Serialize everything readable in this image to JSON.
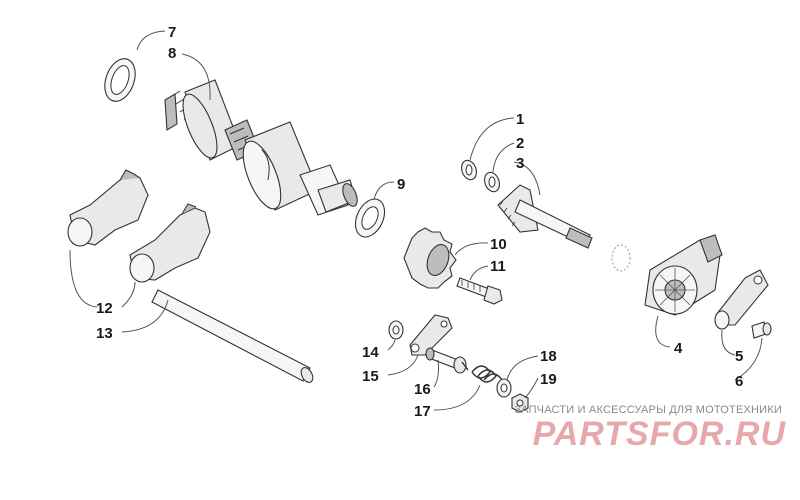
{
  "callouts": {
    "c1": "1",
    "c2": "2",
    "c3": "3",
    "c4": "4",
    "c5": "5",
    "c6": "6",
    "c7": "7",
    "c8": "8",
    "c9": "9",
    "c10": "10",
    "c11": "11",
    "c12": "12",
    "c13": "13",
    "c14": "14",
    "c15": "15",
    "c16": "16",
    "c17": "17",
    "c18": "18",
    "c19": "19"
  },
  "watermark": {
    "tagline": "ЗАПЧАСТИ И АКСЕССУАРЫ ДЛЯ МОТОТЕХНИКИ",
    "logo": "PARTSFOR.RU"
  },
  "colors": {
    "logo": "#e39a9d",
    "ink": "#1a1a1a"
  }
}
